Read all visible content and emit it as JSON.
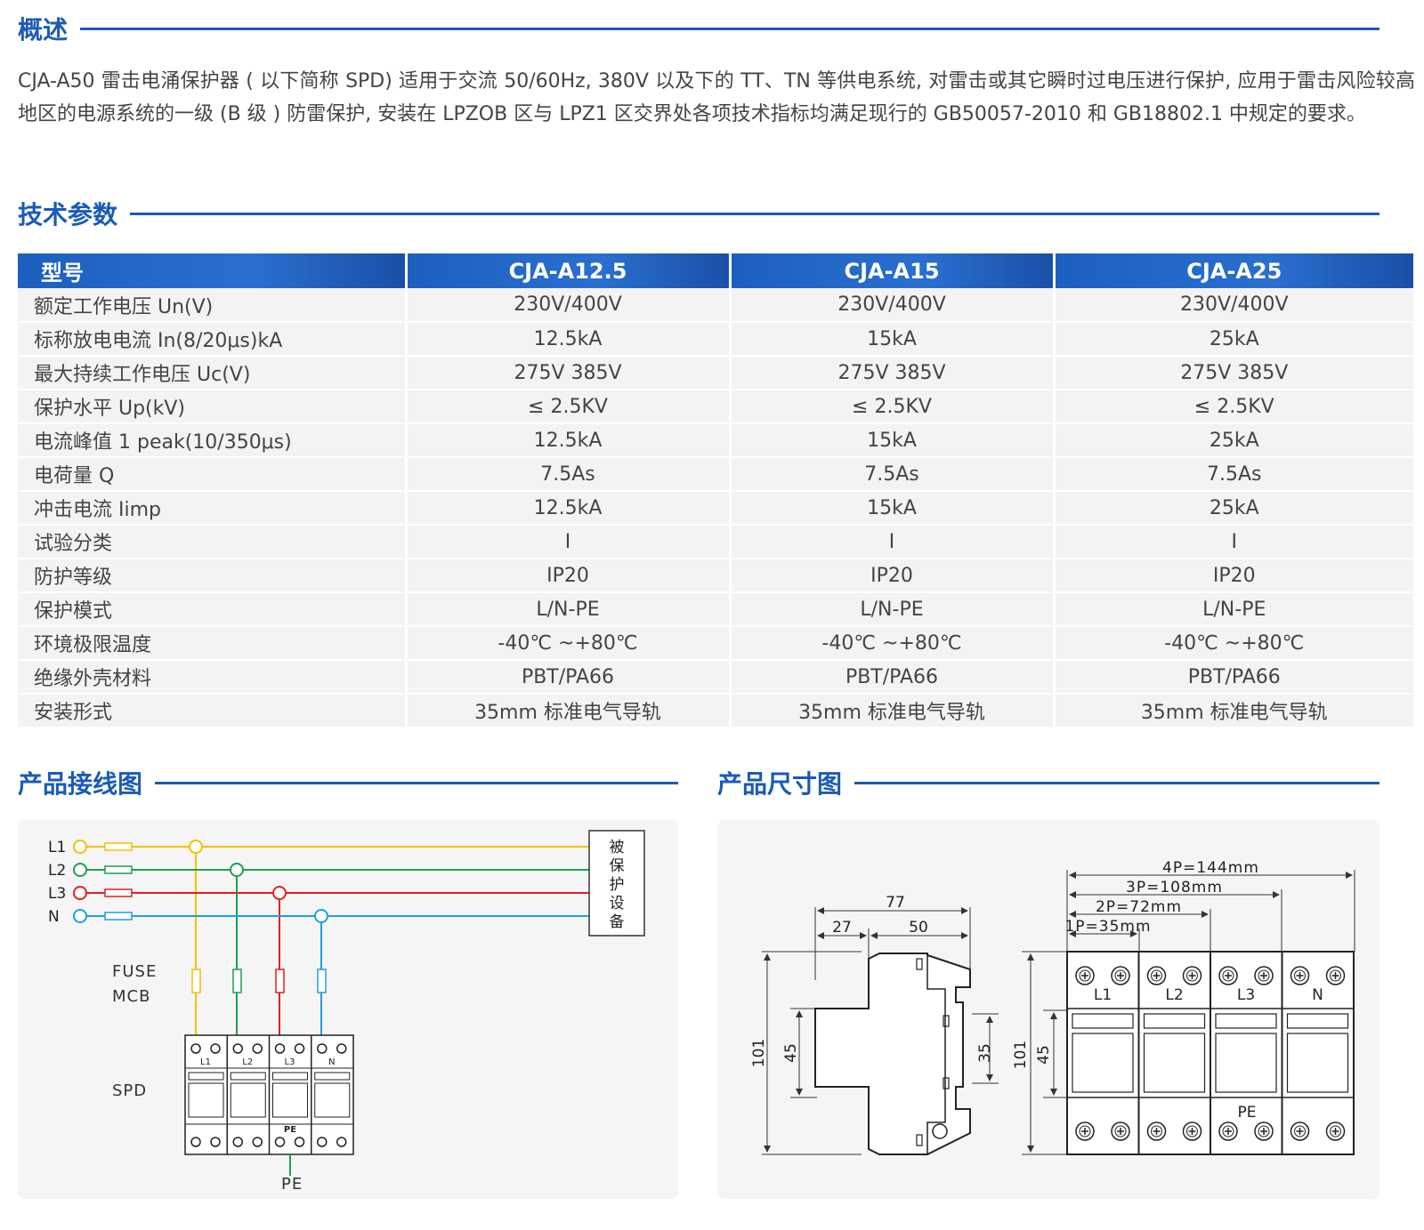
{
  "overview": {
    "title": "概述",
    "text": "CJA-A50 雷击电涌保护器 ( 以下简称 SPD) 适用于交流 50/60Hz, 380V 以及下的 TT、TN 等供电系统, 对雷击或其它瞬时过电压进行保护, 应用于雷击风险较高地区的电源系统的一级 (B 级 ) 防雷保护, 安装在 LPZOB 区与 LPZ1 区交界处各项技术指标均满足现行的 GB50057-2010 和 GB18802.1 中规定的要求。"
  },
  "specs": {
    "title": "技术参数",
    "headers": [
      "型号",
      "CJA-A12.5",
      "CJA-A15",
      "CJA-A25"
    ],
    "rows": [
      [
        "额定工作电压 Un(V)",
        "230V/400V",
        "230V/400V",
        "230V/400V"
      ],
      [
        "标称放电电流 In(8/20μs)kA",
        "12.5kA",
        "15kA",
        "25kA"
      ],
      [
        "最大持续工作电压 Uc(V)",
        "275V  385V",
        "275V  385V",
        "275V  385V"
      ],
      [
        "保护水平 Up(kV)",
        "≤ 2.5KV",
        "≤ 2.5KV",
        "≤ 2.5KV"
      ],
      [
        "电流峰值 1 peak(10/350μs)",
        "12.5kA",
        "15kA",
        "25kA"
      ],
      [
        "电荷量 Q",
        "7.5As",
        "7.5As",
        "7.5As"
      ],
      [
        "冲击电流 Iimp",
        "12.5kA",
        "15kA",
        "25kA"
      ],
      [
        "试验分类",
        "I",
        "I",
        "I"
      ],
      [
        "防护等级",
        "IP20",
        "IP20",
        "IP20"
      ],
      [
        "保护模式",
        "L/N-PE",
        "L/N-PE",
        "L/N-PE"
      ],
      [
        "环境极限温度",
        "-40℃ ~+80℃",
        "-40℃ ~+80℃",
        "-40℃ ~+80℃"
      ],
      [
        "绝缘外壳材料",
        "PBT/PA66",
        "PBT/PA66",
        "PBT/PA66"
      ],
      [
        "安装形式",
        "35mm 标准电气导轨",
        "35mm 标准电气导轨",
        "35mm 标准电气导轨"
      ]
    ]
  },
  "wiring": {
    "title": "产品接线图",
    "lines": [
      "L1",
      "L2",
      "L3",
      "N"
    ],
    "line_colors": [
      "#f2c200",
      "#1aa150",
      "#e02020",
      "#1e9fe0"
    ],
    "fuse_label": "FUSE",
    "mcb_label": "MCB",
    "spd_label": "SPD",
    "pe_label": "PE",
    "pe_inner_label": "PE",
    "protected_device": "被保护设备"
  },
  "dimensions": {
    "title": "产品尺寸图",
    "side_view": {
      "width_total": "77",
      "width_left": "27",
      "width_right": "50",
      "height_total": "101",
      "height_inner": "45",
      "rail": "35"
    },
    "front_view": {
      "widths": [
        "4P=144mm",
        "3P=108mm",
        "2P=72mm",
        "1P=35mm"
      ],
      "height_total": "101",
      "height_inner": "45",
      "poles": [
        "L1",
        "L2",
        "L3",
        "N"
      ],
      "pe_label": "PE"
    }
  },
  "colors": {
    "accent": "#1a5bb5",
    "table_row": "#f3f3f3",
    "panel": "#f5f5f5"
  }
}
